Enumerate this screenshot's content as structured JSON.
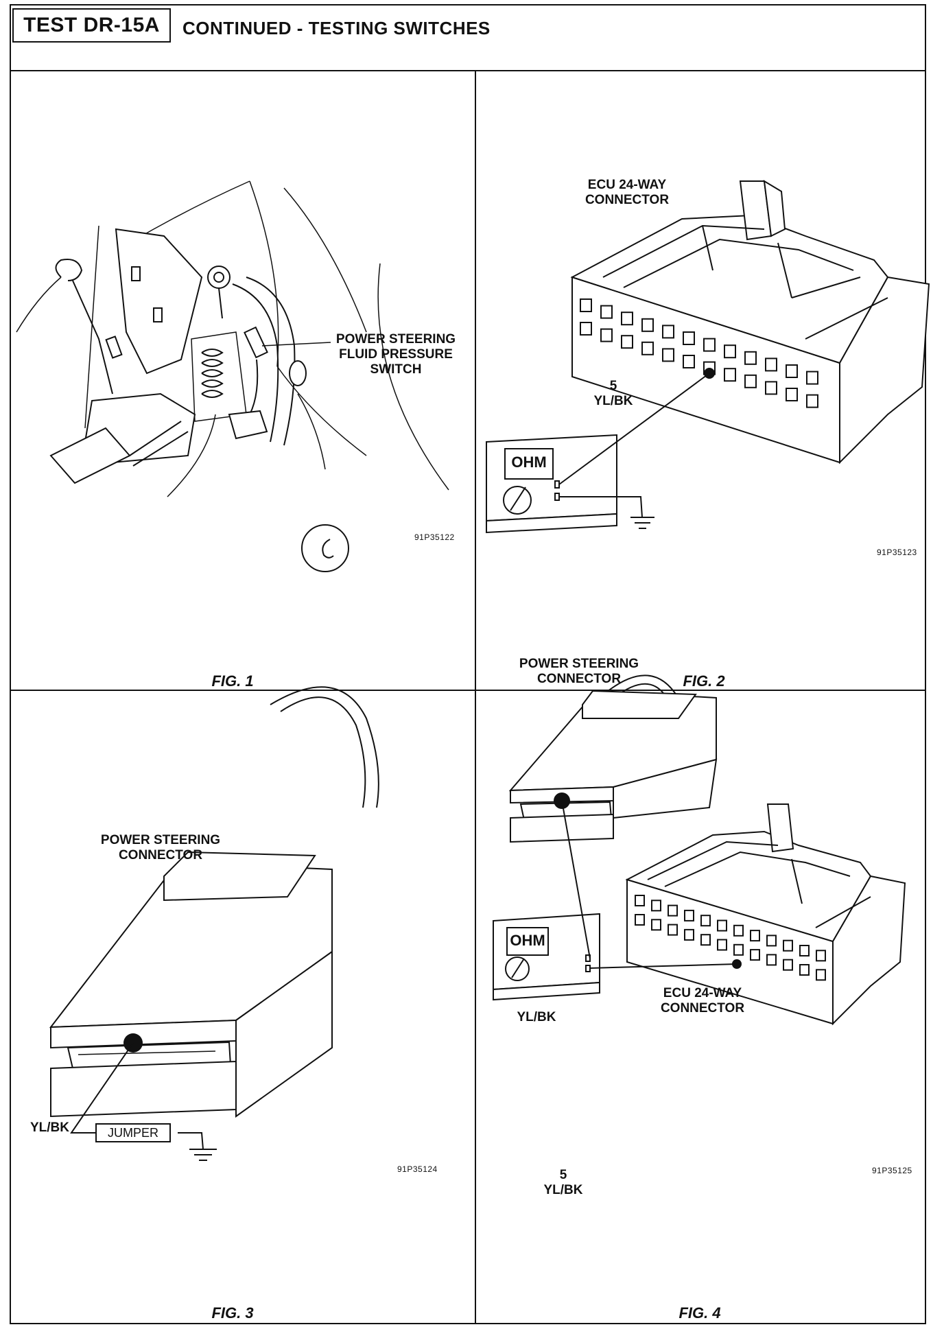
{
  "header": {
    "test_id": "TEST DR-15A",
    "title": "CONTINUED - TESTING   SWITCHES"
  },
  "figures": [
    {
      "caption": "FIG. 1",
      "code": "91P35122",
      "labels": {
        "component": "POWER STEERING\nFLUID PRESSURE\nSWITCH"
      }
    },
    {
      "caption": "FIG. 2",
      "code": "91P35123",
      "labels": {
        "connector": "ECU 24-WAY\nCONNECTOR",
        "pin": "5\nYL/BK",
        "meter": "OHM"
      }
    },
    {
      "caption": "FIG. 3",
      "code": "91P35124",
      "labels": {
        "connector": "POWER STEERING\nCONNECTOR",
        "wire": "YL/BK",
        "jumper": "JUMPER"
      }
    },
    {
      "caption": "FIG. 4",
      "code": "91P35125",
      "labels": {
        "connector": "POWER STEERING\nCONNECTOR",
        "wire": "YL/BK",
        "ecu": "ECU 24-WAY\nCONNECTOR",
        "pin": "5\nYL/BK",
        "meter": "OHM"
      }
    }
  ],
  "colors": {
    "ink": "#111111",
    "paper": "#ffffff"
  }
}
